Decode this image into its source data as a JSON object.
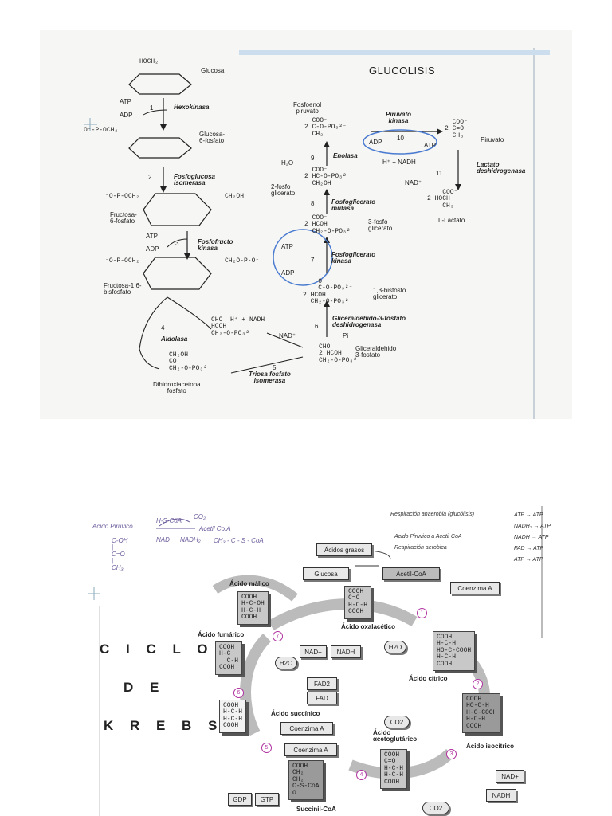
{
  "glycolysis": {
    "title": "GLUCOLISIS",
    "labels": {
      "glucosa": "Glucosa",
      "hoch2": "HOCH₂",
      "atp1": "ATP",
      "adp1": "ADP",
      "hexokinasa": "Hexokinasa",
      "step1": "1",
      "g6p": "Glucosa-\n6-fosfato",
      "step2": "2",
      "fosfoglucosa": "Fosfoglucosa\nisomerasa",
      "f6p": "Fructosa-\n6-fosfato",
      "atp3": "ATP",
      "adp3": "ADP",
      "step3": "3",
      "fosfofructo": "Fosfofructo\nkinasa",
      "f16bp": "Fructosa-1,6-\nbisfosfato",
      "step4": "4",
      "aldolasa": "Aldolasa",
      "dhap": "Dihidroxiacetona\nfosfato",
      "step5": "5",
      "triosa": "Triosa fosfato\nisomerasa",
      "g3p": "Gliceraldehido\n3-fosfato",
      "step6": "6",
      "g3pdh": "Gliceraldehido-3-fosfato\ndeshidrogenasa",
      "hnadh6": "H⁺ + NADH",
      "nad6": "NAD⁺",
      "pi6": "Pi",
      "bpg13": "1,3-bisfosfo\nglicerato",
      "step7": "7",
      "atp7": "ATP",
      "adp7": "ADP",
      "pgk": "Fosfoglicerato\nkinasa",
      "pg3": "3-fosfo\nglicerato",
      "step8": "8",
      "pgm": "Fosfoglicerato\nmutasa",
      "pg2": "2-fosfo\nglicerato",
      "step9": "9",
      "h2o9": "H₂O",
      "enolasa": "Enolasa",
      "pep": "Fosfoenol\npiruvato",
      "step10": "10",
      "pk": "Piruvato\nkinasa",
      "adp10": "ADP",
      "atp10": "ATP",
      "piruvato": "Piruvato",
      "hnadh11": "H⁺ + NADH",
      "step11": "11",
      "ldh": "Lactato\ndeshidrogenasa",
      "nad11": "NAD⁺",
      "lactato": "L-Lactato"
    }
  },
  "krebs": {
    "side_title": [
      "C I C L O",
      "D E",
      "K R E B S"
    ],
    "handwritten": {
      "acido_piruvico": "Acido Piruvico",
      "hscoa": "H-S-CoA",
      "co2": "CO₂",
      "acetil_coa": "Acetil Co.A",
      "nad": "NAD",
      "nadh2": "NADH₂",
      "formula": "CH₃ - C - S - CoA",
      "mol_left": "C-OH\n|\nC=O\n|\nCH₃",
      "resp_anaerobia": "Respiración anaerobia (glucólisis)",
      "acido_piruvico_acetil": "Acido Piruvico a Acetil CoA",
      "resp_aerobica": "Respiración aerobica",
      "atp_list": [
        "ATP → ATP",
        "NADH₂ → ATP",
        "NADH → ATP",
        "FAD → ATP",
        "ATP → ATP"
      ]
    },
    "boxes": {
      "acidos_grasos": "Ácidos grasos",
      "glucosa": "Glucosa",
      "acetil_coa": "Acetil-CoA",
      "coenzima_a": "Coenzima A",
      "nad_plus": "NAD+",
      "nadh": "NADH",
      "h2o_a": "H2O",
      "h2o_b": "H2O",
      "fad2": "FAD2",
      "fad": "FAD",
      "coenzima_a2": "Coenzima A",
      "coenzima_a3": "Coenzima A",
      "co2": "CO2",
      "nad_plus2": "NAD+",
      "nadh2": "NADH",
      "gdp": "GDP",
      "gtp": "GTP",
      "co2b": "CO2"
    },
    "molecules": {
      "malico_label": "Ácido málico",
      "malico": "COOH\nH-C-OH\nH-C-H\nCOOH",
      "oxal_label": "Ácido oxalacético",
      "oxal": "COOH\nC=O\nH-C-H\nCOOH",
      "fumarico_label": "Ácido fumárico",
      "fumarico": "COOH\nH-C\n  C-H\nCOOH",
      "citrico_label": "Ácido cítrico",
      "citrico": "COOH\nH-C-H\nHO-C-COOH\nH-C-H\nCOOH",
      "succinico_label": "Ácido succínico",
      "succinico": "COOH\nH-C-H\nH-C-H\nCOOH",
      "isocitrico_label": "Ácido isocítrico",
      "isocitrico": "COOH\nHO-C-H\nH-C-COOH\nH-C-H\nCOOH",
      "aceto_label": "Ácido\nαcetoglutárico",
      "aceto": "COOH\nC=O\nH-C-H\nH-C-H\nCOOH",
      "succinil": "COOH\nCH₂\nCH₂\nC-S-CoA\nO",
      "succinil_label": "Succinil-CoA"
    },
    "steps": [
      "1",
      "2",
      "3",
      "4",
      "5",
      "6",
      "7"
    ]
  }
}
